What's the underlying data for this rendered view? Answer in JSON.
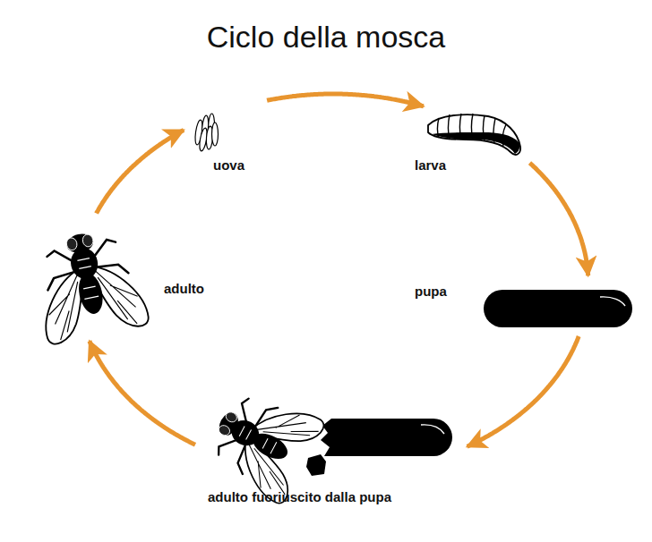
{
  "diagram": {
    "title": "Ciclo della mosca",
    "nodes": [
      {
        "text": [
          "uova"
        ]
      },
      {
        "text": [
          "larva"
        ]
      },
      {
        "text": [
          "pupa"
        ]
      },
      {
        "text": [
          "adulto fuoriuscito dalla pupa"
        ]
      },
      {
        "text": [
          "adulto"
        ]
      }
    ],
    "edges": [
      {
        "from": 0,
        "to": 1,
        "arrow": "to"
      },
      {
        "from": 1,
        "to": 2,
        "arrow": "to"
      },
      {
        "from": 2,
        "to": 3,
        "arrow": "to"
      },
      {
        "from": 3,
        "to": 4,
        "arrow": "to"
      },
      {
        "from": 4,
        "to": 0,
        "arrow": "to"
      }
    ]
  }
}
